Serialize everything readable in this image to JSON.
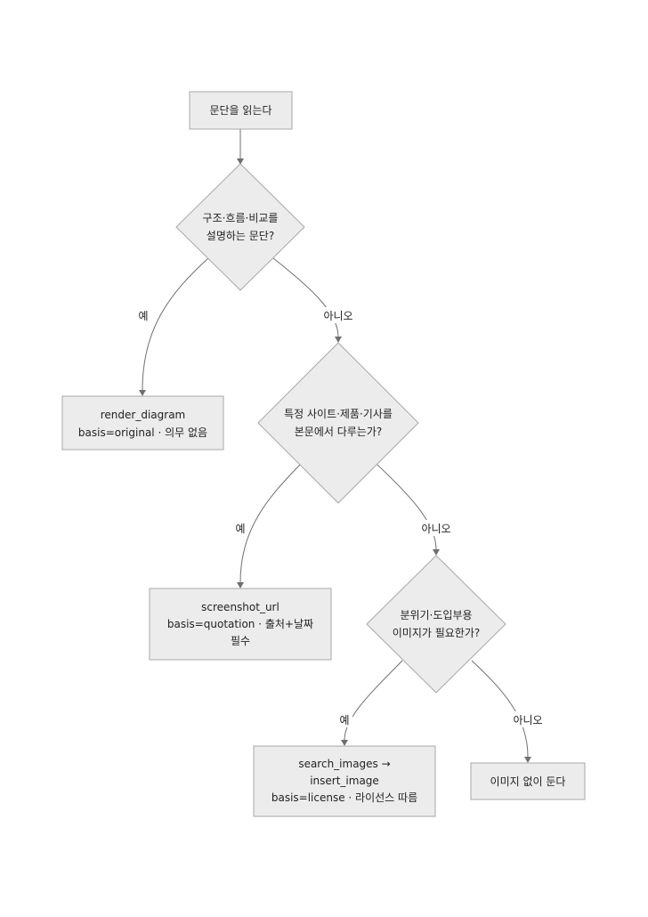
{
  "nodes": {
    "start": {
      "lines": [
        "문단을 읽는다"
      ]
    },
    "q1": {
      "lines": [
        "구조·흐름·비교를",
        "설명하는 문단?"
      ]
    },
    "render": {
      "lines": [
        "render_diagram",
        "basis=original · 의무 없음"
      ]
    },
    "q2": {
      "lines": [
        "특정 사이트·제품·기사를",
        "본문에서 다루는가?"
      ]
    },
    "screenshot": {
      "lines": [
        "screenshot_url",
        "basis=quotation · 출처+날짜",
        "필수"
      ]
    },
    "q3": {
      "lines": [
        "분위기·도입부용",
        "이미지가 필요한가?"
      ]
    },
    "search": {
      "lines": [
        "search_images →",
        "insert_image",
        "basis=license · 라이선스 따름"
      ]
    },
    "none": {
      "lines": [
        "이미지 없이 둔다"
      ]
    }
  },
  "edges": {
    "q1_yes": "예",
    "q1_no": "아니오",
    "q2_yes": "예",
    "q2_no": "아니오",
    "q3_yes": "예",
    "q3_no": "아니오"
  }
}
